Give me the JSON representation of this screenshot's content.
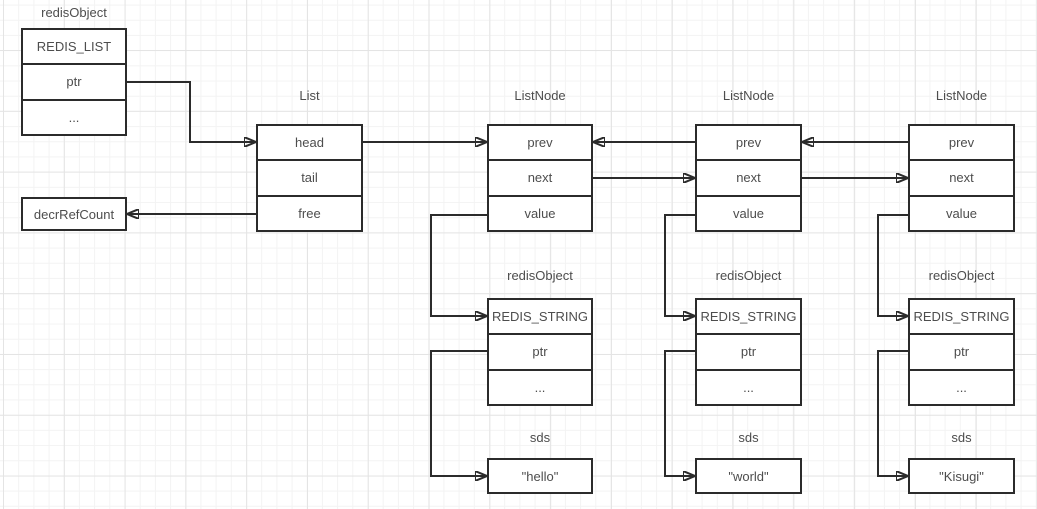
{
  "colors": {
    "background": "#ffffff",
    "grid_minor": "#f3f3f3",
    "grid_major": "#e4e4e4",
    "shape_border": "#2b2b2b",
    "arrow": "#2b2b2b",
    "text": "#4d4d4d"
  },
  "groups": {
    "redis_object_top": {
      "title": "redisObject",
      "rows": [
        "REDIS_LIST",
        "ptr",
        "..."
      ]
    },
    "decr_ref_count": {
      "label": "decrRefCount"
    },
    "list": {
      "title": "List",
      "rows": [
        "head",
        "tail",
        "free"
      ]
    },
    "list_node_1": {
      "title": "ListNode",
      "rows": [
        "prev",
        "next",
        "value"
      ]
    },
    "list_node_2": {
      "title": "ListNode",
      "rows": [
        "prev",
        "next",
        "value"
      ]
    },
    "list_node_3": {
      "title": "ListNode",
      "rows": [
        "prev",
        "next",
        "value"
      ]
    },
    "redis_object_1": {
      "title": "redisObject",
      "rows": [
        "REDIS_STRING",
        "ptr",
        "..."
      ]
    },
    "redis_object_2": {
      "title": "redisObject",
      "rows": [
        "REDIS_STRING",
        "ptr",
        "..."
      ]
    },
    "redis_object_3": {
      "title": "redisObject",
      "rows": [
        "REDIS_STRING",
        "ptr",
        "..."
      ]
    },
    "sds_1": {
      "title": "sds",
      "value": "\"hello\""
    },
    "sds_2": {
      "title": "sds",
      "value": "\"world\""
    },
    "sds_3": {
      "title": "sds",
      "value": "\"Kisugi\""
    }
  },
  "edges": [
    {
      "from": "redisObject(top).ptr",
      "to": "List.head"
    },
    {
      "from": "List.free",
      "to": "decrRefCount"
    },
    {
      "from": "List.head",
      "to": "ListNode1.prev"
    },
    {
      "from": "ListNode2.prev",
      "to": "ListNode1.prev"
    },
    {
      "from": "ListNode1.next",
      "to": "ListNode2.next"
    },
    {
      "from": "ListNode3.prev",
      "to": "ListNode2.prev"
    },
    {
      "from": "ListNode2.next",
      "to": "ListNode3.next"
    },
    {
      "from": "ListNode1.value",
      "to": "redisObject1.REDIS_STRING"
    },
    {
      "from": "redisObject1.ptr",
      "to": "sds1"
    },
    {
      "from": "ListNode2.value",
      "to": "redisObject2.REDIS_STRING"
    },
    {
      "from": "redisObject2.ptr",
      "to": "sds2"
    },
    {
      "from": "ListNode3.value",
      "to": "redisObject3.REDIS_STRING"
    },
    {
      "from": "redisObject3.ptr",
      "to": "sds3"
    }
  ]
}
